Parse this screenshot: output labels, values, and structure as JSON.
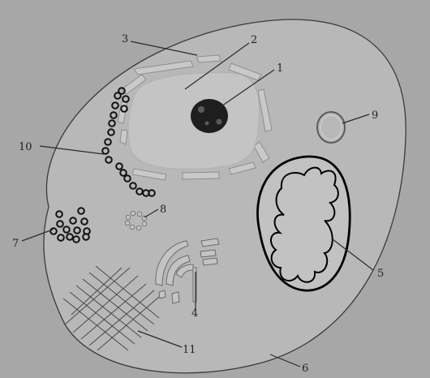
{
  "diagram": {
    "labels": [
      "1",
      "2",
      "3",
      "4",
      "5",
      "6",
      "7",
      "8",
      "9",
      "10",
      "11"
    ]
  },
  "colors": {
    "background": "#a7a7a7",
    "cytoplasm": "#b9b9b9",
    "nucleus": "#c8c8c8",
    "nucleolus": "#1e1e1e",
    "membrane": "#3a3a3a"
  }
}
